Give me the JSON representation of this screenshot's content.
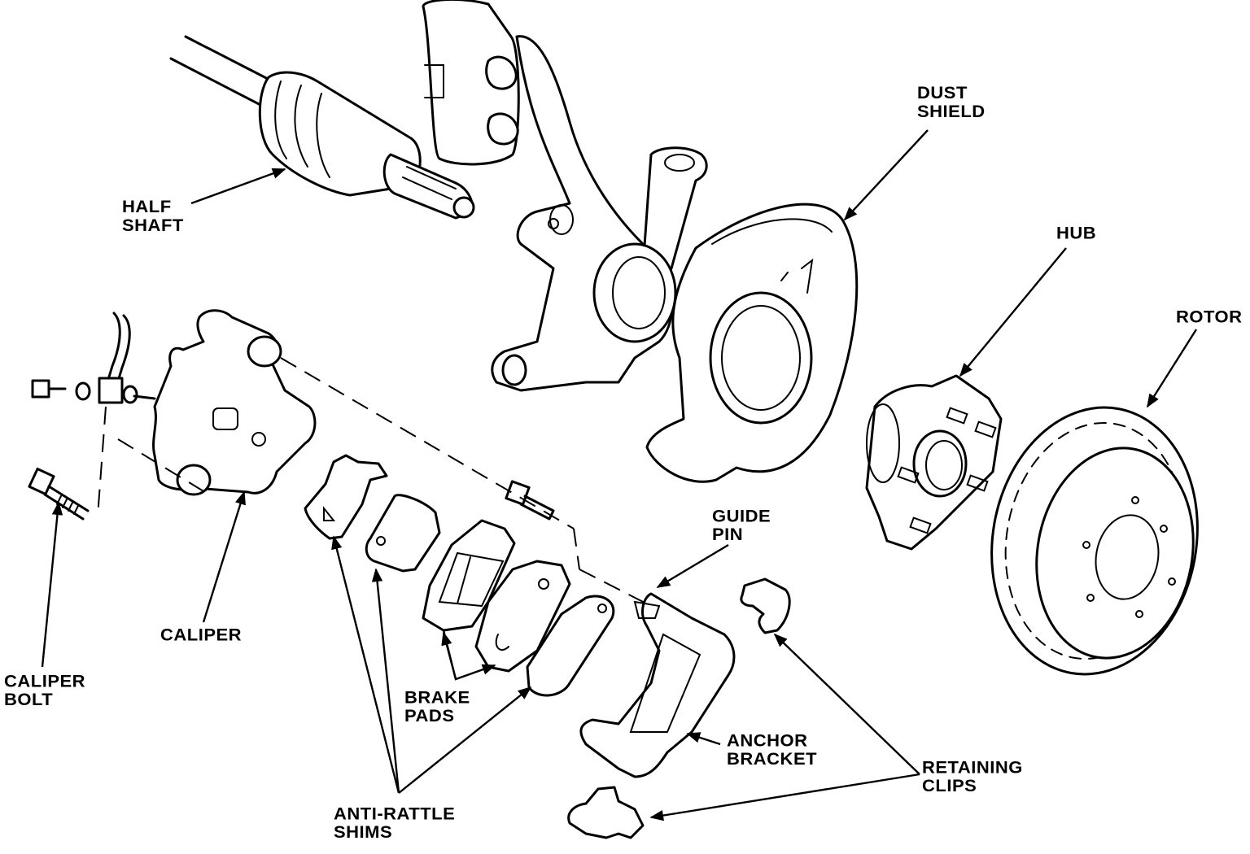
{
  "labels": {
    "half_shaft": [
      "HALF",
      "SHAFT"
    ],
    "dust_shield": [
      "DUST",
      "SHIELD"
    ],
    "hub": [
      "HUB"
    ],
    "rotor": [
      "ROTOR"
    ],
    "caliper": [
      "CALIPER"
    ],
    "caliper_bolt": [
      "CALIPER",
      "BOLT"
    ],
    "guide_pin": [
      "GUIDE",
      "PIN"
    ],
    "brake_pads": [
      "BRAKE",
      "PADS"
    ],
    "anchor_bracket": [
      "ANCHOR",
      "BRACKET"
    ],
    "retaining_clips": [
      "RETAINING",
      "CLIPS"
    ],
    "anti_rattle_shims": [
      "ANTI-RATTLE",
      "SHIMS"
    ]
  }
}
